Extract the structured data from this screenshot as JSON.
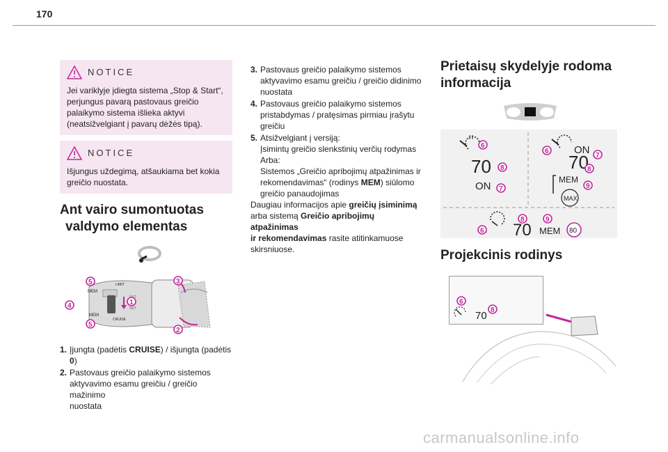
{
  "page": {
    "number": "170"
  },
  "notice1": {
    "title": "NOTICE",
    "lines": [
      "Jei variklyje įdiegta sistema „Stop & Start“,",
      "perjungus pavarą pastovaus greičio",
      "palaikymo sistema išlieka aktyvi",
      "(neatsižvelgiant į pavarų dėžės tipą)."
    ]
  },
  "notice2": {
    "title": "NOTICE",
    "lines": [
      "Išjungus uždegimą, atšaukiama bet kokia",
      "greičio nuostata."
    ]
  },
  "section1": {
    "title_line1": "Ant vairo sumontuotas",
    "title_line2": "valdymo elementas"
  },
  "stalk": {
    "labels": {
      "mem": "MEM",
      "set": "SET",
      "cruise": "CRUISE",
      "limit": "LIMIT",
      "zero": "0"
    },
    "badges": [
      "1",
      "2",
      "3",
      "4",
      "5"
    ]
  },
  "list_a": [
    {
      "n": "1.",
      "pre": "Įjungta (padėtis ",
      "b": "CRUISE",
      "post": ") / išjungta (padėtis",
      "l2": "0",
      "l2b": ")"
    },
    {
      "n": "2.",
      "l1": "Pastovaus greičio palaikymo sistemos",
      "l2": "aktyvavimo esamu greičiu / greičio mažinimo",
      "l3": "nuostata"
    }
  ],
  "list_b": [
    {
      "n": "3.",
      "lines": [
        "Pastovaus greičio palaikymo sistemos",
        "aktyvavimo esamu greičiu / greičio didinimo",
        "nuostata"
      ]
    },
    {
      "n": "4.",
      "lines": [
        "Pastovaus greičio palaikymo sistemos",
        "pristabdymas / pratęsimas pirmiau įrašytu",
        "greičiu"
      ]
    },
    {
      "n": "5.",
      "lines": [
        "Atsižvelgiant į versiją:",
        "Įsimintų greičio slenkstinių verčių rodymas",
        "Arba:",
        "Sistemos „Greičio apribojimų atpažinimas ir"
      ]
    },
    {
      "n": "",
      "pre": "rekomendavimas“ (rodinys ",
      "b": "MEM",
      "post": ") siūlomo",
      "l2": "greičio panaudojimas"
    }
  ],
  "more_info": {
    "l1_pre": "Daugiau informacijos apie ",
    "l1_b": "greičių įsiminimą",
    "l2_pre": "arba sistemą ",
    "l2_b": "Greičio apribojimų atpažinimas",
    "l3_b": "ir rekomendavimas",
    "l3_post": " rasite atitinkamuose",
    "l4": "skirsniuose."
  },
  "section2": {
    "title_line1": "Prietaisų skydelyje rodoma",
    "title_line2": "informacija"
  },
  "dashboard": {
    "speed": "70",
    "on": "ON",
    "mem": "MEM",
    "max": "MAX",
    "limit_value": "80",
    "badges": [
      "6",
      "7",
      "8",
      "9"
    ]
  },
  "section3": {
    "title": "Projekcinis rodinys"
  },
  "hud": {
    "speed": "70",
    "badges": [
      "6",
      "8"
    ]
  },
  "watermark": {
    "text": "carmanualsonline.info"
  },
  "colors": {
    "notice_bg": "#f6e6f1",
    "badge": "#c0289a",
    "panel_bg": "#f1f1f1"
  }
}
